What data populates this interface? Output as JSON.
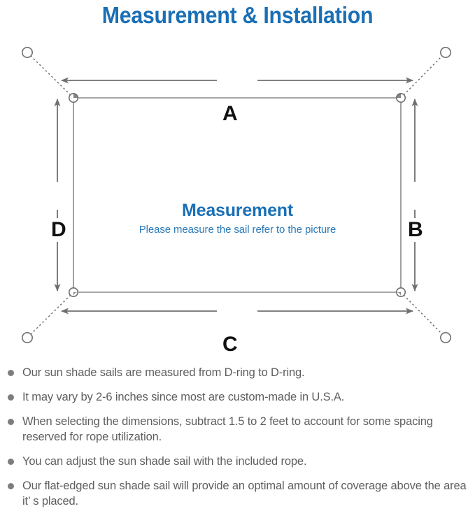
{
  "title": "Measurement & Installation",
  "diagram": {
    "center_title": "Measurement",
    "center_subtitle": "Please measure the sail refer to the picture",
    "dimension_labels": {
      "top": "A",
      "right": "B",
      "bottom": "C",
      "left": "D"
    },
    "colors": {
      "accent_blue": "#1a6fb5",
      "subtitle_blue": "#2a7ab8",
      "line_gray": "#6f6f6f",
      "sail_edge": "#8a8a8a",
      "label_black": "#111111",
      "bullet_gray": "#7d7d7d",
      "note_text_gray": "#5e5e5e"
    }
  },
  "notes": [
    "Our sun shade sails are measured from D-ring to D-ring.",
    "It may vary by 2-6 inches since most are custom-made in U.S.A.",
    "When selecting the dimensions, subtract 1.5 to 2 feet to account for some spacing reserved for rope utilization.",
    "You can adjust the sun shade sail with the included rope.",
    "Our flat-edged sun shade sail will provide an optimal amount of coverage above the area it’ s placed."
  ]
}
